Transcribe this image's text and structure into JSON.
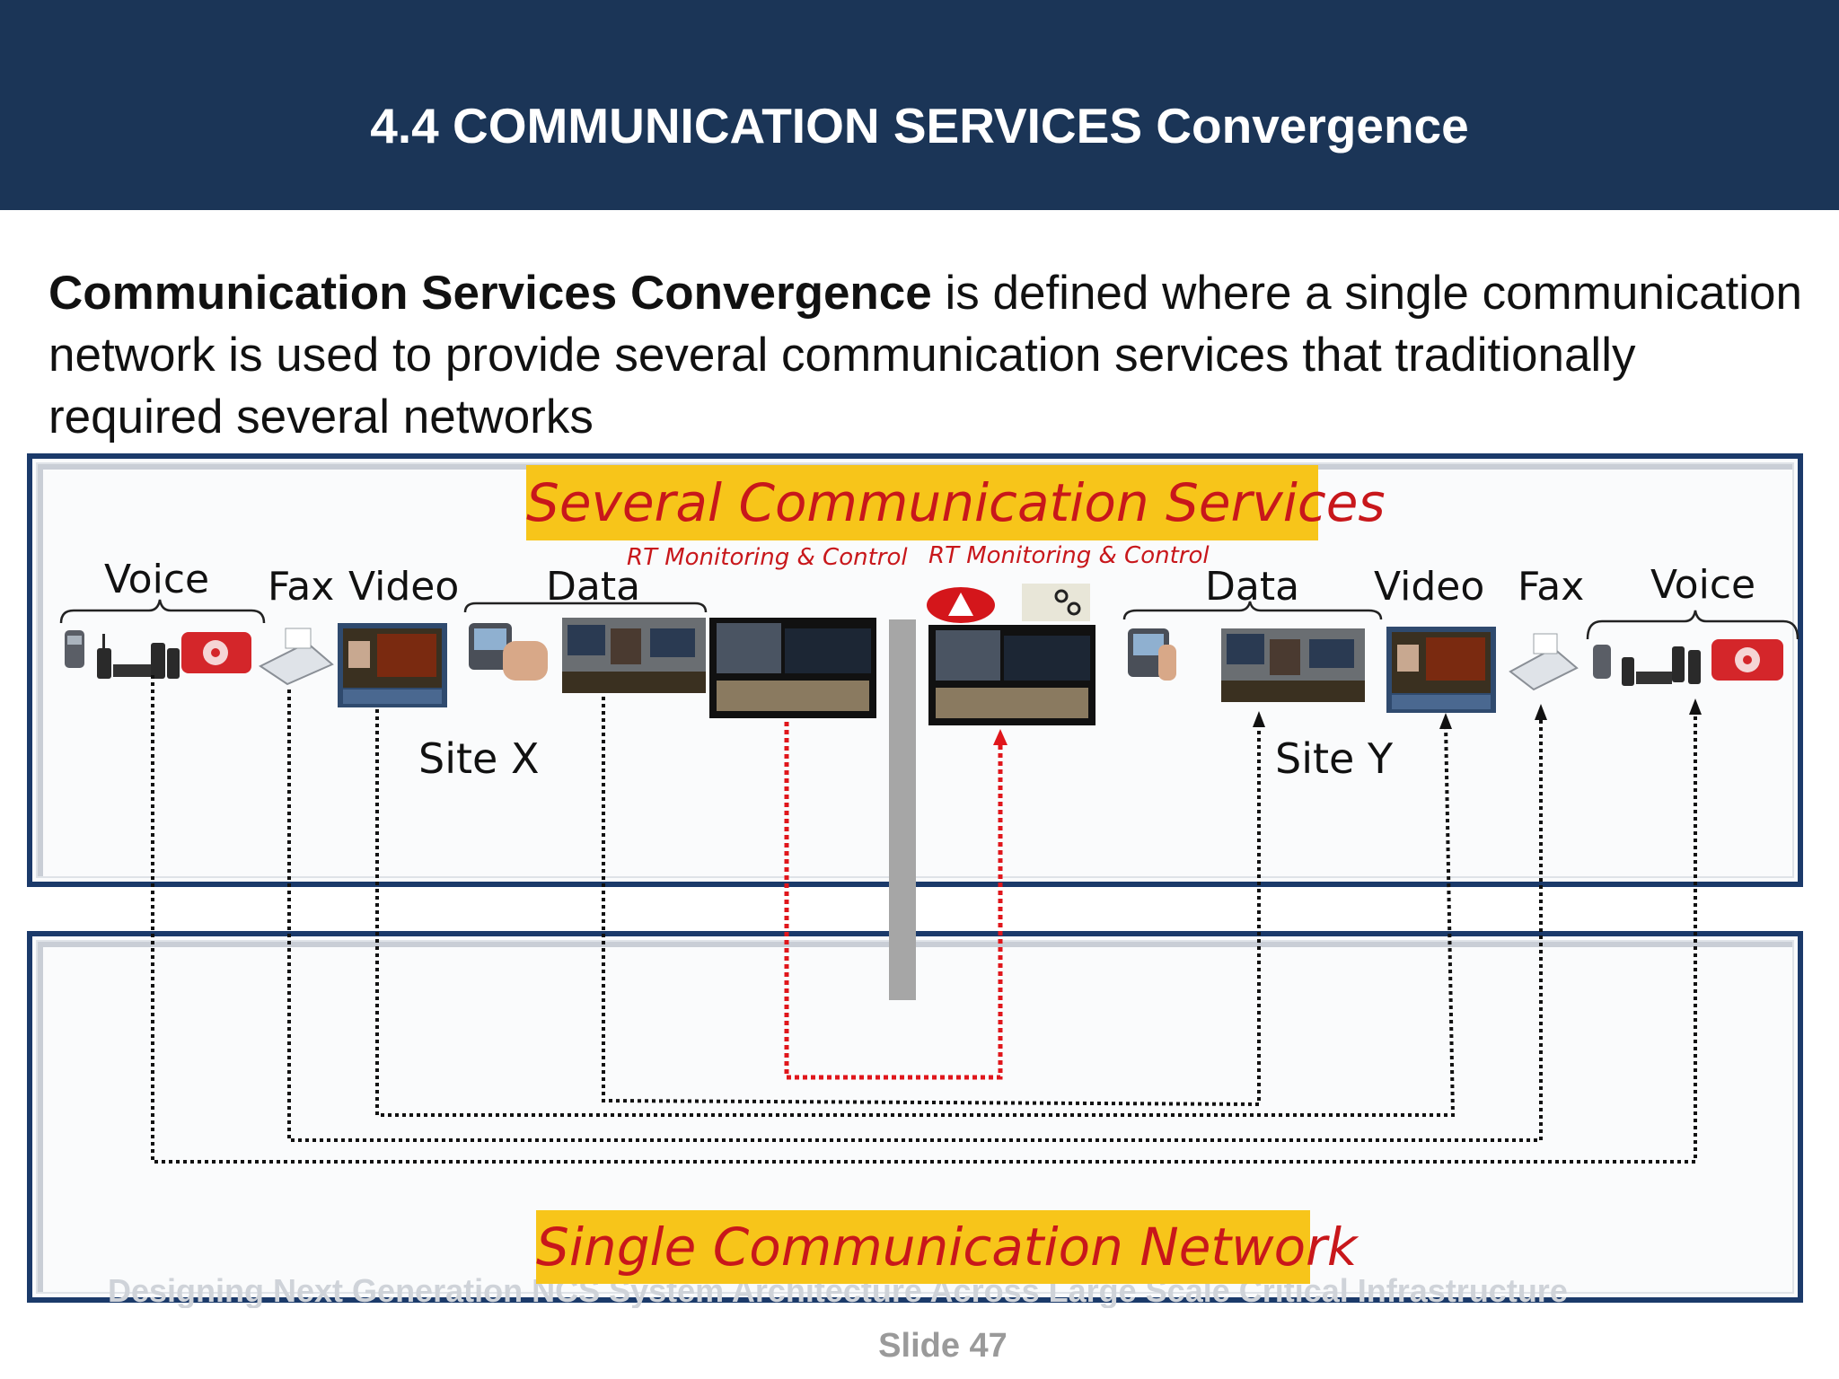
{
  "header": {
    "title": "4.4 COMMUNICATION SERVICES Convergence"
  },
  "intro": {
    "bold": "Communication Services Convergence",
    "text": " is defined where a single communication network is used to provide several communication services that traditionally required several networks"
  },
  "diagram": {
    "top_banner": "Several Communication Services",
    "bottom_banner": "Single Communication Network",
    "rt_left": "RT Monitoring & Control",
    "rt_right": "RT Monitoring & Control",
    "site_x": {
      "name": "Site X",
      "labels": {
        "voice": "Voice",
        "fax": "Fax",
        "video": "Video",
        "data": "Data"
      }
    },
    "site_y": {
      "name": "Site Y",
      "labels": {
        "data": "Data",
        "video": "Video",
        "fax": "Fax",
        "voice": "Voice"
      }
    },
    "colors": {
      "network_line": "#111111",
      "rt_line": "#e0161b",
      "banner": "#f7c51a",
      "header": "#1b3557"
    },
    "icons": [
      "desk-phone-icon",
      "walkie-talkie-icon",
      "red-telephone-icon",
      "fax-machine-icon",
      "video-screen-icon",
      "pda-icon",
      "workstation-icon",
      "control-room-icon",
      "warning-sign-icon",
      "network-map-icon"
    ]
  },
  "footer": {
    "ghost_text": "Designing Next Generation NCS System Architecture Across Large Scale Critical Infrastructure",
    "slide": "Slide 47"
  }
}
